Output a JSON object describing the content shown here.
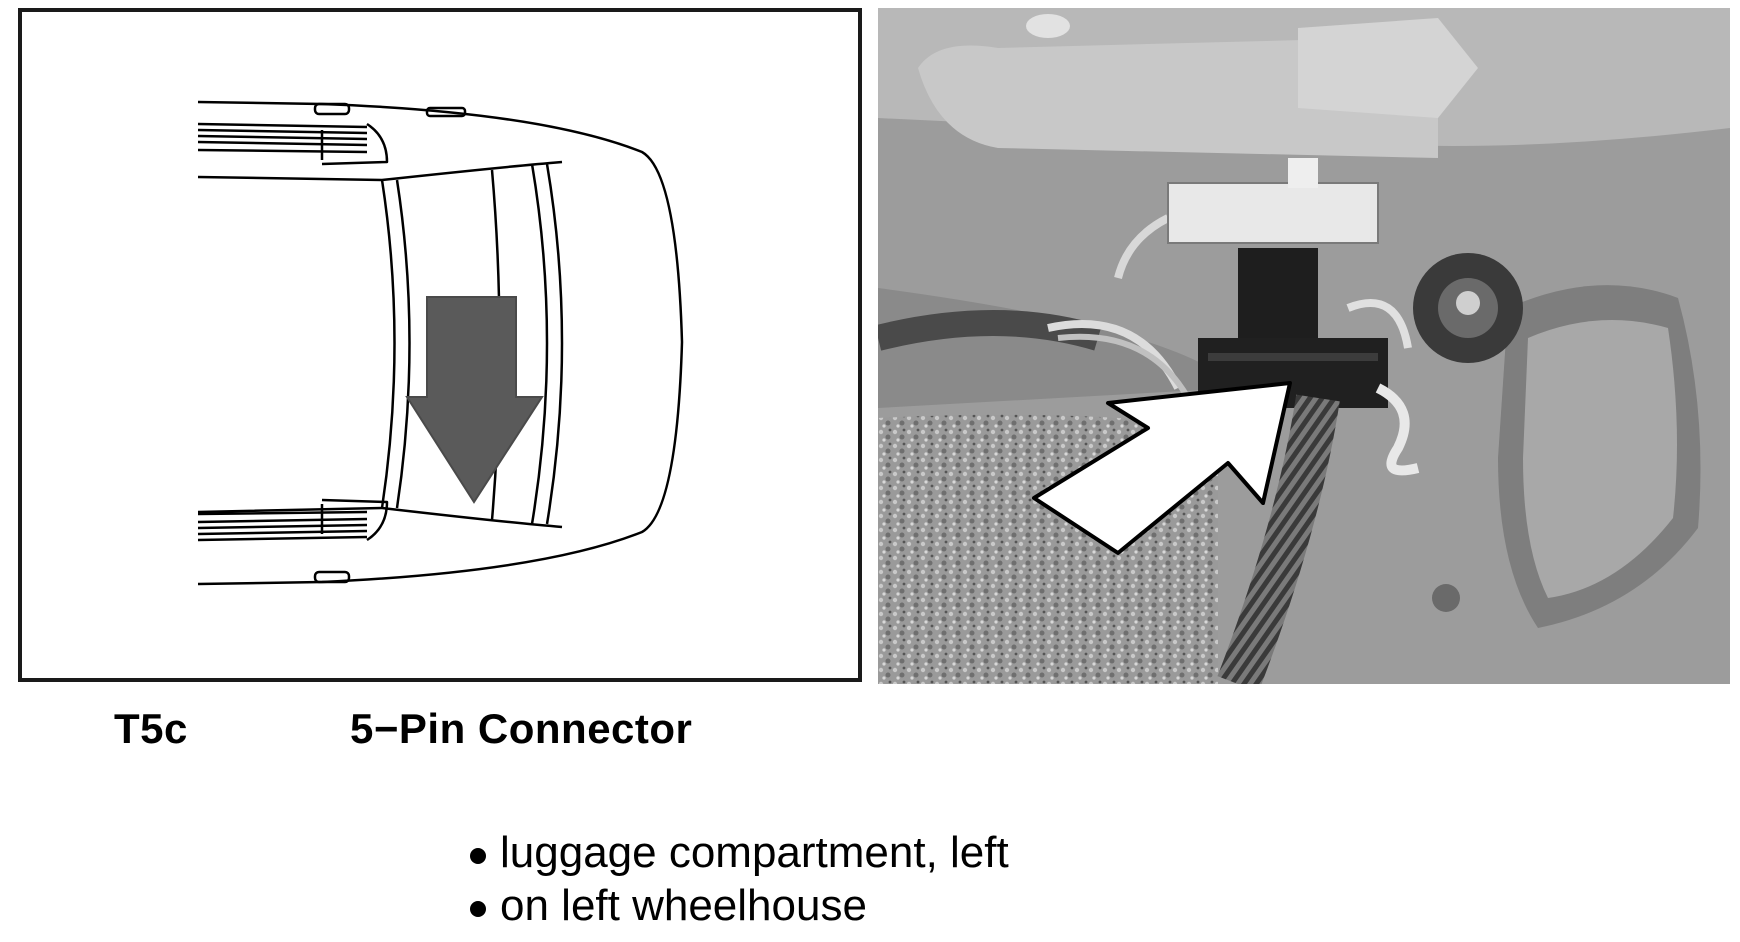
{
  "component": {
    "code": "T5c",
    "name": "5−Pin Connector"
  },
  "location": {
    "items": [
      "luggage compartment, left",
      "on left wheelhouse"
    ]
  },
  "icons": {
    "diagram_arrow": "arrow-down-icon",
    "photo_arrow": "arrow-up-right-icon"
  },
  "colors": {
    "diagram_arrow": "#5a5a5a",
    "photo_arrow": "#ffffff"
  }
}
